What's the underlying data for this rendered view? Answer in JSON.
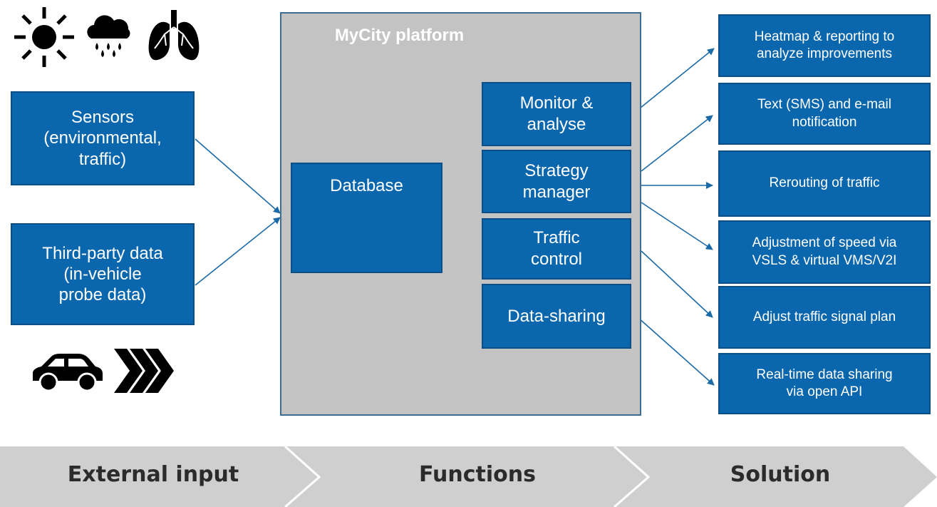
{
  "colors": {
    "box_fill": "#0a66ad",
    "box_border": "#0b4f86",
    "platform_fill": "#c3c3c3",
    "arrow": "#1a6aa8",
    "stage_fill": "#cfcfcf"
  },
  "icons": {
    "sun": "sun-icon",
    "rain": "rain-cloud-icon",
    "lungs": "lungs-icon",
    "car": "car-icon",
    "chevrons": "triple-chevron-icon"
  },
  "inputs": [
    {
      "label": "Sensors\n(environmental,\ntraffic)"
    },
    {
      "label": "Third-party data\n(in-vehicle\nprobe data)"
    }
  ],
  "platform": {
    "title": "MyCity platform",
    "database": "Database",
    "functions": [
      {
        "label": "Monitor &\nanalyse"
      },
      {
        "label": "Strategy\nmanager"
      },
      {
        "label": "Traffic\ncontrol"
      },
      {
        "label": "Data-sharing"
      }
    ]
  },
  "solutions": [
    {
      "label": "Heatmap & reporting to\nanalyze improvements"
    },
    {
      "label": "Text (SMS) and e-mail\nnotification"
    },
    {
      "label": "Rerouting of traffic"
    },
    {
      "label": "Adjustment of speed via\nVSLS & virtual VMS/V2I"
    },
    {
      "label": "Adjust traffic signal plan"
    },
    {
      "label": "Real-time data sharing\nvia open API"
    }
  ],
  "stages": [
    {
      "label": "External input"
    },
    {
      "label": "Functions"
    },
    {
      "label": "Solution"
    }
  ]
}
